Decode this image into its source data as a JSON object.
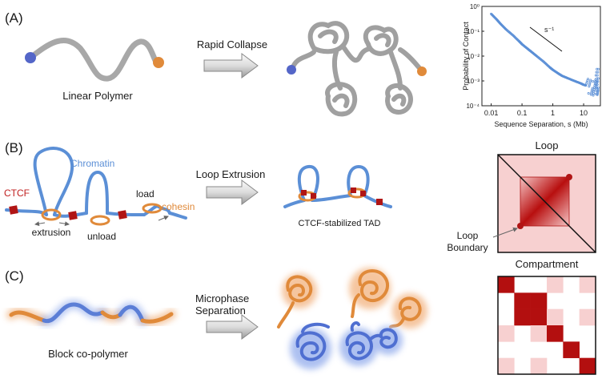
{
  "panel_a": {
    "label": "(A)",
    "polymer_caption": "Linear Polymer",
    "arrow_label": "Rapid Collapse"
  },
  "panel_b": {
    "label": "(B)",
    "chromatin_label": "Chromatin",
    "ctcf_label": "CTCF",
    "extrusion_label": "extrusion",
    "unload_label": "unload",
    "load_label": "load",
    "cohesin_label": "cohesin",
    "arrow_label": "Loop Extrusion",
    "tad_caption": "CTCF-stabilized TAD",
    "map_title": "Loop",
    "boundary_label_1": "Loop",
    "boundary_label_2": "Boundary"
  },
  "panel_c": {
    "label": "(C)",
    "polymer_caption": "Block co-polymer",
    "arrow_label_1": "Microphase",
    "arrow_label_2": "Separation",
    "map_title": "Compartment"
  },
  "colors": {
    "blue": "#5b8fd6",
    "orange": "#e08a3a",
    "gray": "#a8a8a8",
    "ctcf_red": "#b01515",
    "map_pink": "#f7d0d0",
    "map_dark": "#b30f0f"
  },
  "chart_data": {
    "type": "scatter",
    "xlabel": "Sequence Separation, s (Mb)",
    "ylabel": "Probability of Contact",
    "xscale": "log",
    "yscale": "log",
    "xlim": [
      0.005,
      35
    ],
    "ylim": [
      0.0001,
      1
    ],
    "xticks": [
      "0.01",
      "0.1",
      "1",
      "10"
    ],
    "yticks": [
      "10⁰",
      "10⁻¹",
      "10⁻²",
      "10⁻³",
      "10⁻⁴"
    ],
    "annotation": "s⁻¹",
    "series": [
      {
        "x": [
          0.01,
          0.015,
          0.02,
          0.03,
          0.05,
          0.08,
          0.1,
          0.15,
          0.2,
          0.3,
          0.5,
          0.8,
          1,
          1.5,
          2,
          3,
          5,
          8,
          10,
          15,
          20,
          25,
          30
        ],
        "y": [
          0.5,
          0.3,
          0.2,
          0.12,
          0.07,
          0.04,
          0.03,
          0.02,
          0.015,
          0.01,
          0.006,
          0.0035,
          0.0028,
          0.002,
          0.0016,
          0.0013,
          0.001,
          0.0008,
          0.0007,
          0.0006,
          0.0005,
          0.0006,
          0.0005
        ]
      }
    ]
  }
}
